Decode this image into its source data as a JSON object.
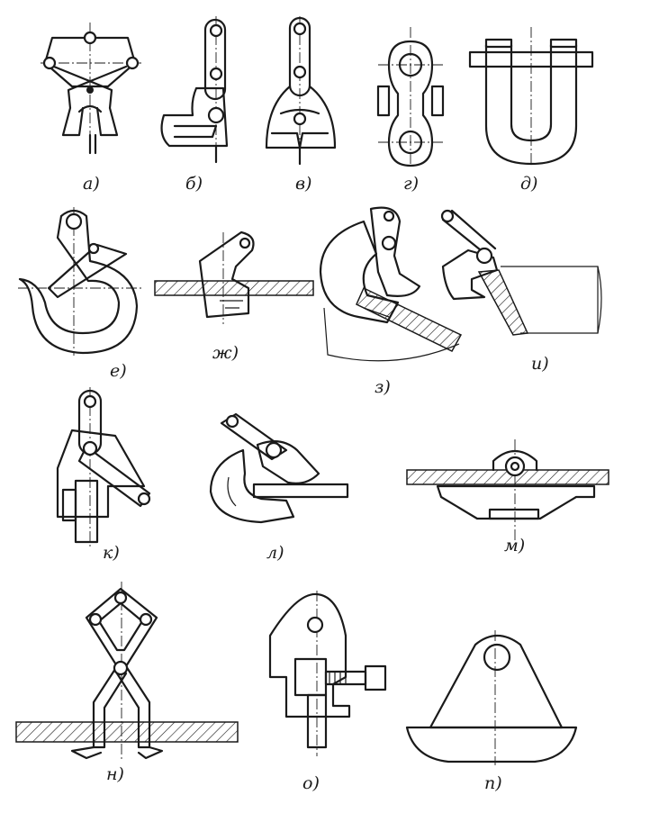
{
  "figures": [
    {
      "id": "a",
      "label": "а)"
    },
    {
      "id": "b",
      "label": "б)"
    },
    {
      "id": "v",
      "label": "в)"
    },
    {
      "id": "g",
      "label": "г)"
    },
    {
      "id": "d",
      "label": "д)"
    },
    {
      "id": "e",
      "label": "е)"
    },
    {
      "id": "zh",
      "label": "ж)"
    },
    {
      "id": "z",
      "label": "з)"
    },
    {
      "id": "i",
      "label": "и)"
    },
    {
      "id": "k",
      "label": "к)"
    },
    {
      "id": "l",
      "label": "л)"
    },
    {
      "id": "m",
      "label": "м)"
    },
    {
      "id": "n",
      "label": "н)"
    },
    {
      "id": "o",
      "label": "о)"
    },
    {
      "id": "p",
      "label": "п)"
    }
  ]
}
